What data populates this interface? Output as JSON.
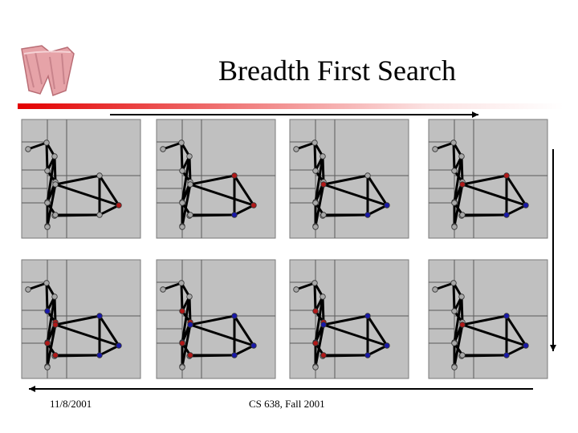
{
  "slide": {
    "title": "Breadth First Search",
    "footer_date": "11/8/2001",
    "footer_course": "CS 638, Fall 2001"
  },
  "colors": {
    "gray": "#a8a8a8",
    "red": "#b01818",
    "blue": "#1818a8",
    "frame_bg": "#c0c0c0",
    "edge": "#000000"
  },
  "graph": {
    "nodes": [
      "n0",
      "n1",
      "n2",
      "n3",
      "n4",
      "n5",
      "n6",
      "n7",
      "n8",
      "n9",
      "n10",
      "n11",
      "n12",
      "n13",
      "n14"
    ],
    "edges": [
      [
        "n0",
        "n1"
      ],
      [
        "n1",
        "n2"
      ],
      [
        "n1",
        "n3"
      ],
      [
        "n2",
        "n3"
      ],
      [
        "n2",
        "n4"
      ],
      [
        "n3",
        "n4"
      ],
      [
        "n3",
        "n5"
      ],
      [
        "n4",
        "n5"
      ],
      [
        "n4",
        "n6"
      ],
      [
        "n5",
        "n6"
      ],
      [
        "n6",
        "n7"
      ],
      [
        "n6",
        "n8"
      ],
      [
        "n6",
        "n9"
      ],
      [
        "n8",
        "n9"
      ],
      [
        "n8",
        "n10"
      ],
      [
        "n9",
        "n10"
      ],
      [
        "n10",
        "n11"
      ],
      [
        "n10",
        "n12"
      ],
      [
        "n11",
        "n12"
      ],
      [
        "n12",
        "n13"
      ],
      [
        "n13",
        "n14"
      ]
    ]
  },
  "frames": [
    {
      "states": {
        "n9": "red"
      }
    },
    {
      "states": {
        "n8": "red",
        "n9": "red",
        "n10": "blue"
      }
    },
    {
      "states": {
        "n6": "red",
        "n8": "gray",
        "n9": "blue",
        "n10": "blue"
      }
    },
    {
      "states": {
        "n6": "red",
        "n8": "red",
        "n9": "blue",
        "n10": "blue"
      }
    },
    {
      "states": {
        "n2": "blue",
        "n4": "red",
        "n5": "blue",
        "n6": "red",
        "n8": "blue",
        "n9": "blue",
        "n10": "blue",
        "n12": "red",
        "n13": "red"
      }
    },
    {
      "states": {
        "n2": "red",
        "n4": "red",
        "n5": "blue",
        "n6": "blue",
        "n8": "blue",
        "n9": "blue",
        "n10": "blue",
        "n12": "red",
        "n13": "red"
      }
    },
    {
      "states": {
        "n2": "red",
        "n4": "red",
        "n5": "blue",
        "n6": "blue",
        "n8": "blue",
        "n9": "blue",
        "n10": "blue",
        "n12": "red",
        "n13": "red"
      }
    },
    {
      "states": {
        "n6": "red",
        "n8": "blue",
        "n9": "blue",
        "n10": "blue"
      }
    }
  ]
}
